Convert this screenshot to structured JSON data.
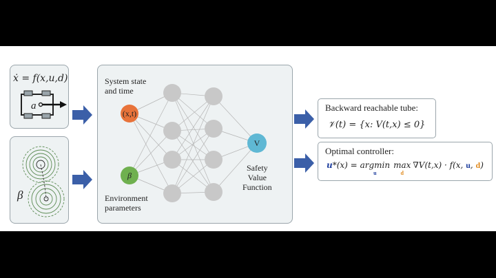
{
  "dynamics": {
    "equation": "ẋ = f(x,u,d)",
    "control_label": "a"
  },
  "environment": {
    "param_label": "β"
  },
  "network": {
    "input_state_title": "System state\nand time",
    "input_state_node": "(x,t)",
    "input_env_node": "β",
    "input_env_title": "Environment\nparameters",
    "output_node": "V",
    "output_title": "Safety\nValue\nFunction"
  },
  "outputs": {
    "brt_title": "Backward reachable tube:",
    "brt_formula": "𝒱(t) = {x: V(t,x) ≤ 0}",
    "ctrl_title": "Optimal controller:",
    "ctrl_formula_lhs": "u*(x) = ",
    "ctrl_formula_argmin": "argmin",
    "ctrl_formula_argmin_sub": "u",
    "ctrl_formula_max": "max",
    "ctrl_formula_max_sub": "d",
    "ctrl_formula_rhs_1": "∇V(t,x) · f(x, ",
    "ctrl_formula_rhs_u": "u",
    "ctrl_formula_rhs_sep": ", ",
    "ctrl_formula_rhs_d": "d",
    "ctrl_formula_rhs_end": ")"
  },
  "colors": {
    "arrow": "#3b5fa8",
    "node_gray": "#c8c8c8",
    "node_state": "#e8733a",
    "node_env": "#6fb04f",
    "node_value": "#5fb8d4",
    "u_color": "#1f3f9e",
    "d_color": "#e08a1e"
  }
}
